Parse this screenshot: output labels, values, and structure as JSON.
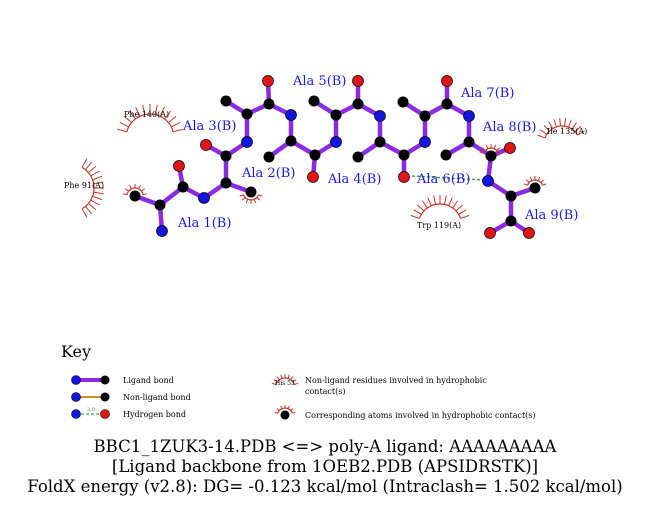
{
  "colors": {
    "ligand_bond": "#8a2be2",
    "nonligand_bond": "#d08a2a",
    "hbond": "#2a8a2a",
    "carbon": "#000000",
    "nitrogen": "#1515e0",
    "oxygen": "#e01515",
    "hydrophobic_arc": "#c0392b",
    "residue_label": "#1a1ad6"
  },
  "residue_labels": [
    {
      "id": "ala1",
      "text": "Ala 1(B)"
    },
    {
      "id": "ala2",
      "text": "Ala 2(B)"
    },
    {
      "id": "ala3",
      "text": "Ala 3(B)"
    },
    {
      "id": "ala4",
      "text": "Ala 4(B)"
    },
    {
      "id": "ala5",
      "text": "Ala 5(B)"
    },
    {
      "id": "ala6",
      "text": "Ala 6(B)"
    },
    {
      "id": "ala7",
      "text": "Ala 7(B)"
    },
    {
      "id": "ala8",
      "text": "Ala 8(B)"
    },
    {
      "id": "ala9",
      "text": "Ala 9(B)"
    }
  ],
  "hydrophobic_residues": [
    {
      "id": "phe140",
      "text": "Phe 140(A)"
    },
    {
      "id": "phe91",
      "text": "Phe 91(A)"
    },
    {
      "id": "ile135",
      "text": "Ile 135(A)"
    },
    {
      "id": "trp119",
      "text": "Trp 119(A)"
    }
  ],
  "key": {
    "title": "Key",
    "ligand_bond": "Ligand bond",
    "nonligand_bond": "Non-ligand bond",
    "hydrogen_bond": "Hydrogen bond",
    "hbond_distance": "3.0",
    "sample_residue": "His 53",
    "hydrophobic_residues_line1": "Non-ligand residues involved in hydrophobic",
    "hydrophobic_residues_line2": "contact(s)",
    "hydrophobic_atoms": "Corresponding atoms involved in hydrophobic contact(s)"
  },
  "caption": {
    "line1": "BBC1_1ZUK3-14.PDB <=> poly-A ligand: AAAAAAAAA",
    "line2": "[Ligand backbone from 1OEB2.PDB (APSIDRSTK)]",
    "line3": "FoldX energy (v2.8): DG= -0.123 kcal/mol (Intraclash= 1.502 kcal/mol)"
  }
}
